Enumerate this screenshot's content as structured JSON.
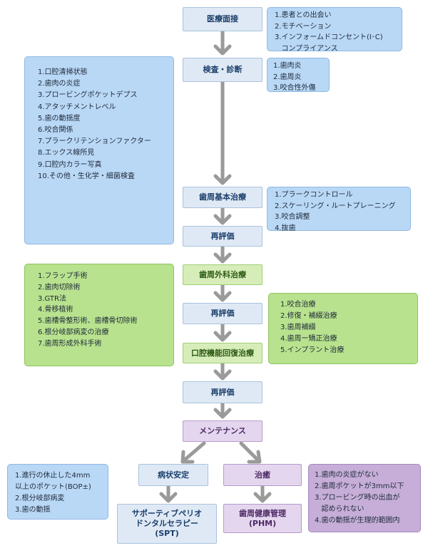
{
  "steps": {
    "interview": "医療面接",
    "exam": "検査・診断",
    "basic": "歯周基本治療",
    "reeval1": "再評価",
    "surgery": "歯周外科治療",
    "reeval2": "再評価",
    "oral": "口腔機能回復治療",
    "reeval3": "再評価",
    "maintenance": "メンテナンス",
    "stable": "病状安定",
    "cured": "治癒",
    "spt_line1": "サポーティブペリオ",
    "spt_line2": "ドンタルセラピー",
    "spt_line3": "(SPT)",
    "phm_line1": "歯周健康管理",
    "phm_line2": "(PHM)"
  },
  "notes": {
    "interview": [
      "1.患者との出会い",
      "2.モチベーション",
      "3.インフォームドコンセント(I･C)",
      "   コンプライアンス"
    ],
    "diagnosis": [
      "1.歯肉炎",
      "2.歯周炎",
      "3.咬合性外傷"
    ],
    "exam": [
      "1.口腔清掃状態",
      "2.歯肉の炎症",
      "3.プロービングポケットデプス",
      "4.アタッチメントレベル",
      "5.歯の動揺度",
      "6.咬合関係",
      "7.プラークリテンションファクター",
      "8.エックス線所見",
      "9.口腔内カラー写真",
      "10.その他・生化学・細菌検査"
    ],
    "basic": [
      "1.プラークコントロール",
      "2.スケーリング・ルートプレーニング",
      "3.咬合調整",
      "4.抜歯"
    ],
    "surgery": [
      "1.フラップ手術",
      "2.歯肉切除術",
      "3.GTR法",
      "4.骨移植術",
      "5.歯槽骨整形術、歯槽骨切除術",
      "6.根分岐部病変の治療",
      "7.歯周形成外科手術"
    ],
    "oral": [
      "1.咬合治療",
      "2.修復・補綴治療",
      "3.歯周補綴",
      "4.歯周ー矯正治療",
      "5.インプラント治療"
    ],
    "stable": [
      "1.進行の休止した4mm",
      "以上のポケット(BOP±)",
      "2.根分岐部病変",
      "3.歯の動揺"
    ],
    "cured": [
      "1.歯肉の炎症がない",
      "2.歯周ポケットが3mm以下",
      "3.プロービング時の出血が",
      "   認められない",
      "4.歯の動揺が生理的範囲内"
    ]
  },
  "colors": {
    "arrow": "#9a9a9a"
  }
}
